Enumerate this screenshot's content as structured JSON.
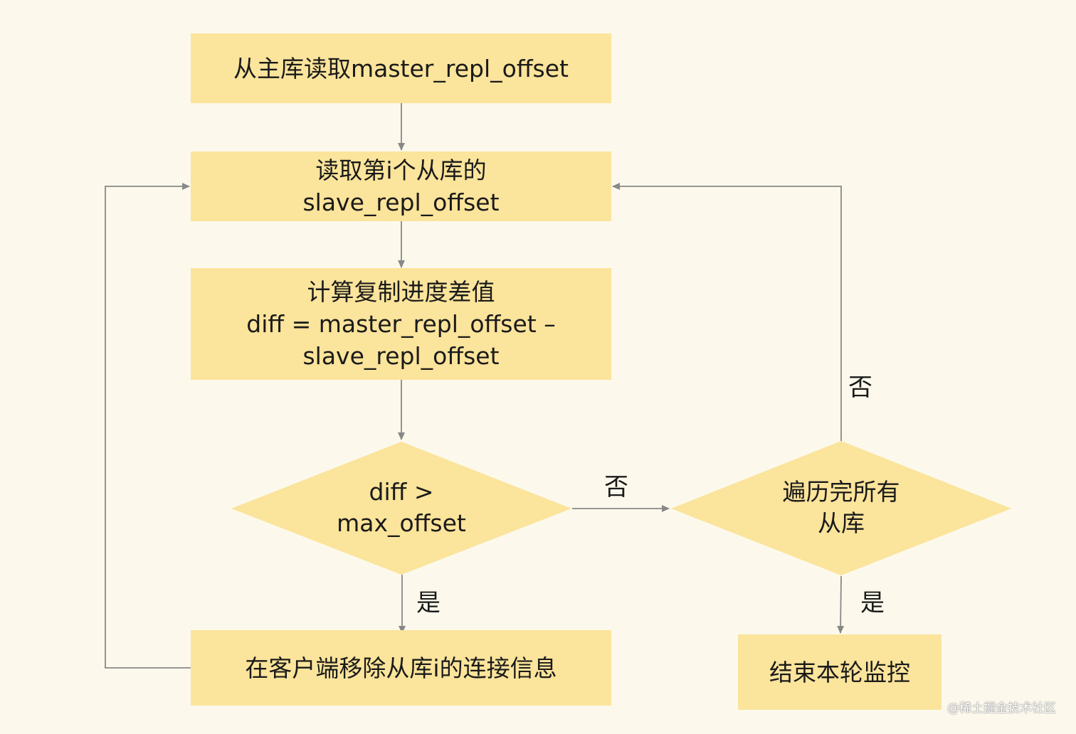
{
  "nodes": {
    "read_master": {
      "line1": "从主库读取master_repl_offset"
    },
    "read_slave": {
      "line1": "读取第i个从库的",
      "line2": "slave_repl_offset"
    },
    "compute_diff": {
      "line1": "计算复制进度差值",
      "line2": "diff = master_repl_offset –",
      "line3": "slave_repl_offset"
    },
    "decision_diff": {
      "line1": "diff >",
      "line2": "max_offset"
    },
    "decision_all": {
      "line1": "遍历完所有",
      "line2": "从库"
    },
    "remove_client": {
      "line1": "在客户端移除从库i的连接信息"
    },
    "end_round": {
      "line1": "结束本轮监控"
    }
  },
  "edges": {
    "diff_no": "否",
    "diff_yes": "是",
    "all_no": "否",
    "all_yes": "是"
  },
  "watermark": "@稀土掘金技术社区",
  "colors": {
    "background": "#fcf9ec",
    "node_fill": "#fbe49b",
    "edge": "#888888"
  }
}
